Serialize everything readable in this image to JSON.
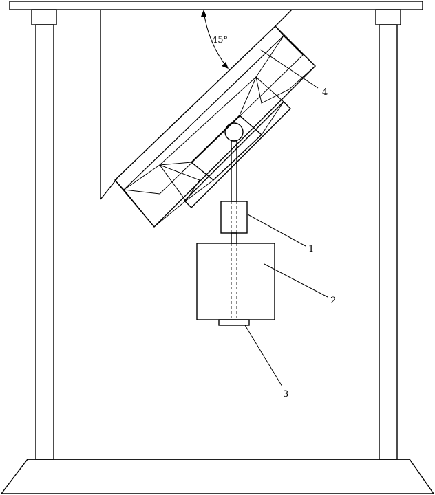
{
  "angle_label": "45°",
  "callouts": [
    {
      "id": "part-1",
      "text": "1"
    },
    {
      "id": "part-2",
      "text": "2"
    },
    {
      "id": "part-3",
      "text": "3"
    },
    {
      "id": "part-4",
      "text": "4"
    }
  ]
}
